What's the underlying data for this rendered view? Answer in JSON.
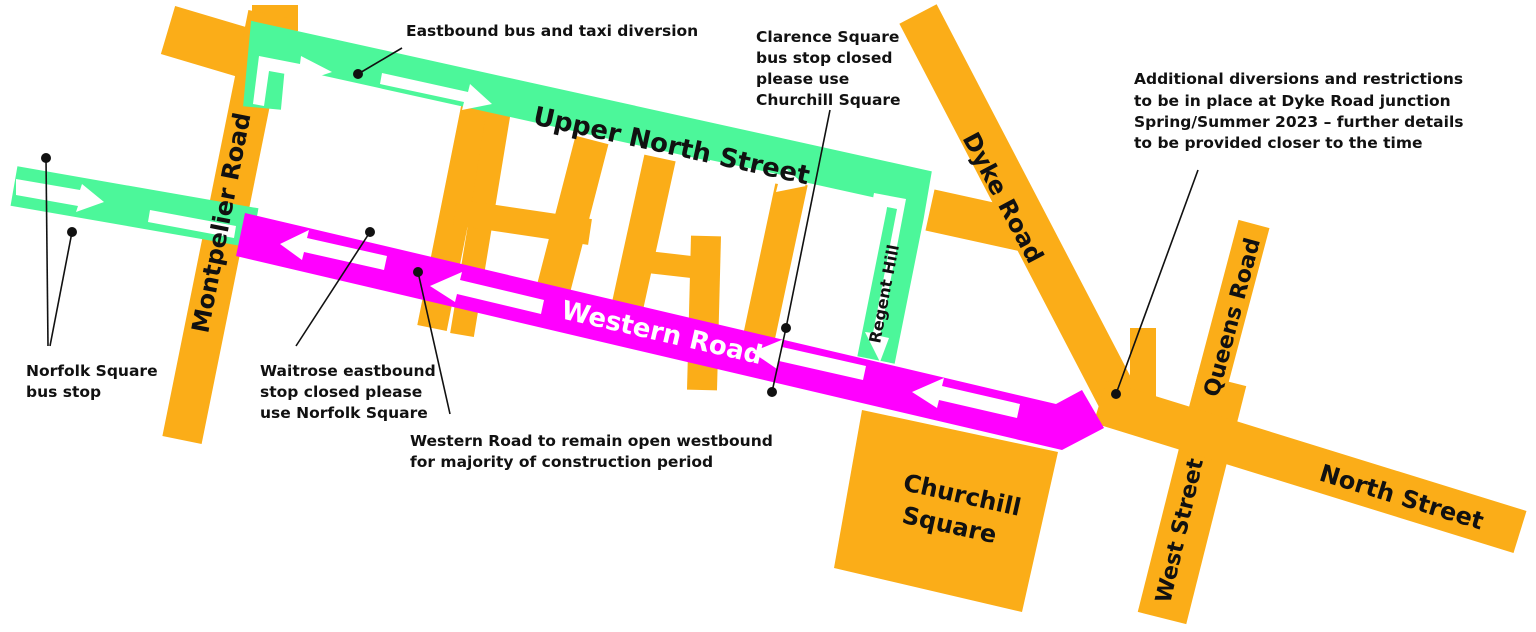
{
  "colors": {
    "road": "#FBAD18",
    "diversion": "#4CF79A",
    "western_road": "#FF00FF",
    "arrow": "#FFFFFF",
    "text": "#111111"
  },
  "roads": {
    "montpelier_road": "Montpelier Road",
    "upper_north_street": "Upper North Street",
    "western_road": "Western Road",
    "regent_hill": "Regent Hill",
    "dyke_road": "Dyke Road",
    "queens_road": "Queens Road",
    "west_street": "West Street",
    "north_street": "North Street",
    "churchill_square": [
      "Churchill",
      "Square"
    ]
  },
  "notes": {
    "eastbound_diversion": "Eastbound bus and taxi diversion",
    "clarence_square": [
      "Clarence Square",
      "bus stop closed",
      "please use",
      "Churchill Square"
    ],
    "dyke_road_junction": [
      "Additional diversions and restrictions",
      "to be in place at Dyke Road junction",
      "Spring/Summer 2023 – further details",
      "to be provided closer to the time"
    ],
    "norfolk_square": [
      "Norfolk Square",
      "bus stop"
    ],
    "waitrose": [
      "Waitrose eastbound",
      "stop closed please",
      "use Norfolk Square"
    ],
    "western_road_open": [
      "Western Road to remain open westbound",
      "for majority of construction period"
    ]
  }
}
